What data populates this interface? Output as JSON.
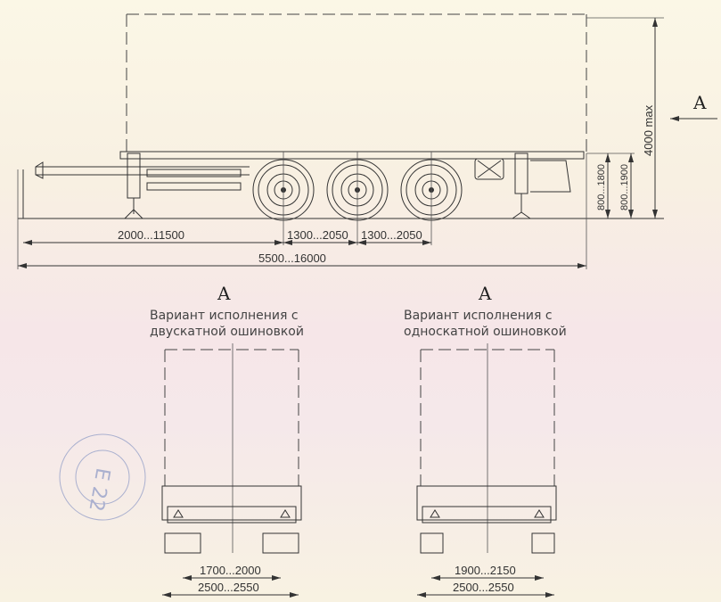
{
  "side_view": {
    "height_max": "4000 max",
    "view_marker": "A",
    "dims": {
      "kingpin_to_axle": "2000...11500",
      "axle_spacing_1": "1300...2050",
      "axle_spacing_2": "1300...2050",
      "overall_length": "5500...16000",
      "frame_height_1": "800...1800",
      "frame_height_2": "800...1900"
    }
  },
  "views": [
    {
      "marker": "A",
      "caption_line1": "Вариант исполнения с",
      "caption_line2": "двускатной ошиновкой",
      "track_width": "1700...2000",
      "overall_width": "2500...2550"
    },
    {
      "marker": "A",
      "caption_line1": "Вариант исполнения с",
      "caption_line2": "односкатной ошиновкой",
      "track_width": "1900...2150",
      "overall_width": "2500...2550"
    }
  ],
  "stamp": {
    "text": "E 22"
  }
}
